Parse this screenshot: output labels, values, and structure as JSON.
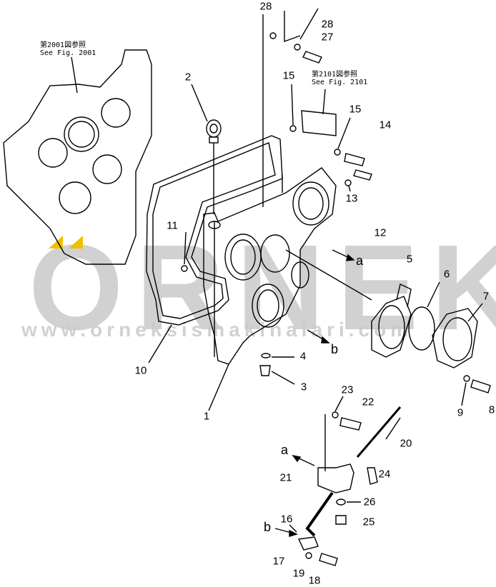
{
  "references": [
    {
      "jp": "第2001図参照",
      "en": "See Fig. 2001"
    },
    {
      "jp": "第2101図参照",
      "en": "See Fig. 2101"
    }
  ],
  "watermark": {
    "logo": "ORNEK",
    "url": "www.orneksismakinalari.com",
    "accent": "#f0c000",
    "color": "#c9c9c9"
  },
  "callouts": [
    "28",
    "28",
    "27",
    "2",
    "15",
    "15",
    "14",
    "13",
    "12",
    "11",
    "a",
    "5",
    "6",
    "7",
    "b",
    "4",
    "3",
    "10",
    "1",
    "23",
    "22",
    "9",
    "8",
    "20",
    "a",
    "21",
    "24",
    "26",
    "16",
    "25",
    "b",
    "17",
    "19",
    "18"
  ]
}
